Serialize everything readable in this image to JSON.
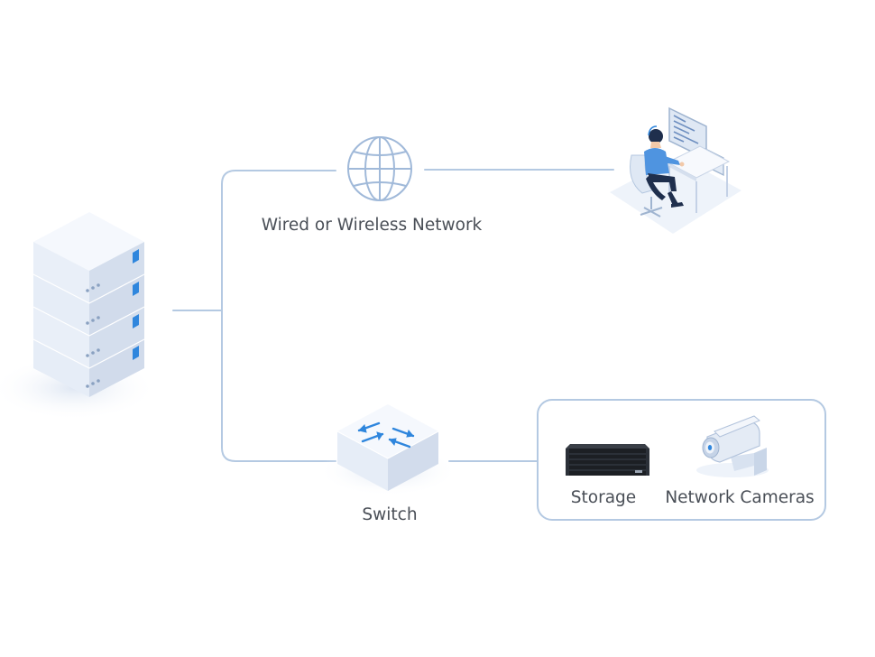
{
  "nodes": {
    "network": {
      "label": "Wired or Wireless Network",
      "icon": "globe-icon"
    },
    "switch": {
      "label": "Switch",
      "icon": "network-switch-icon"
    },
    "storage": {
      "label": "Storage",
      "icon": "storage-array-icon"
    },
    "cameras": {
      "label": "Network Cameras",
      "icon": "security-camera-icon"
    },
    "server": {
      "icon": "server-rack-icon"
    },
    "operator": {
      "icon": "person-at-workstation-icon"
    }
  },
  "colors": {
    "connector": "#b4c9e2",
    "globe": "#a0b9d9",
    "server_face": "#e9eff8",
    "server_top": "#f4f7fc",
    "server_side": "#d3ddec",
    "accent_blue": "#2f86dd",
    "label_text": "#4a4f57"
  }
}
